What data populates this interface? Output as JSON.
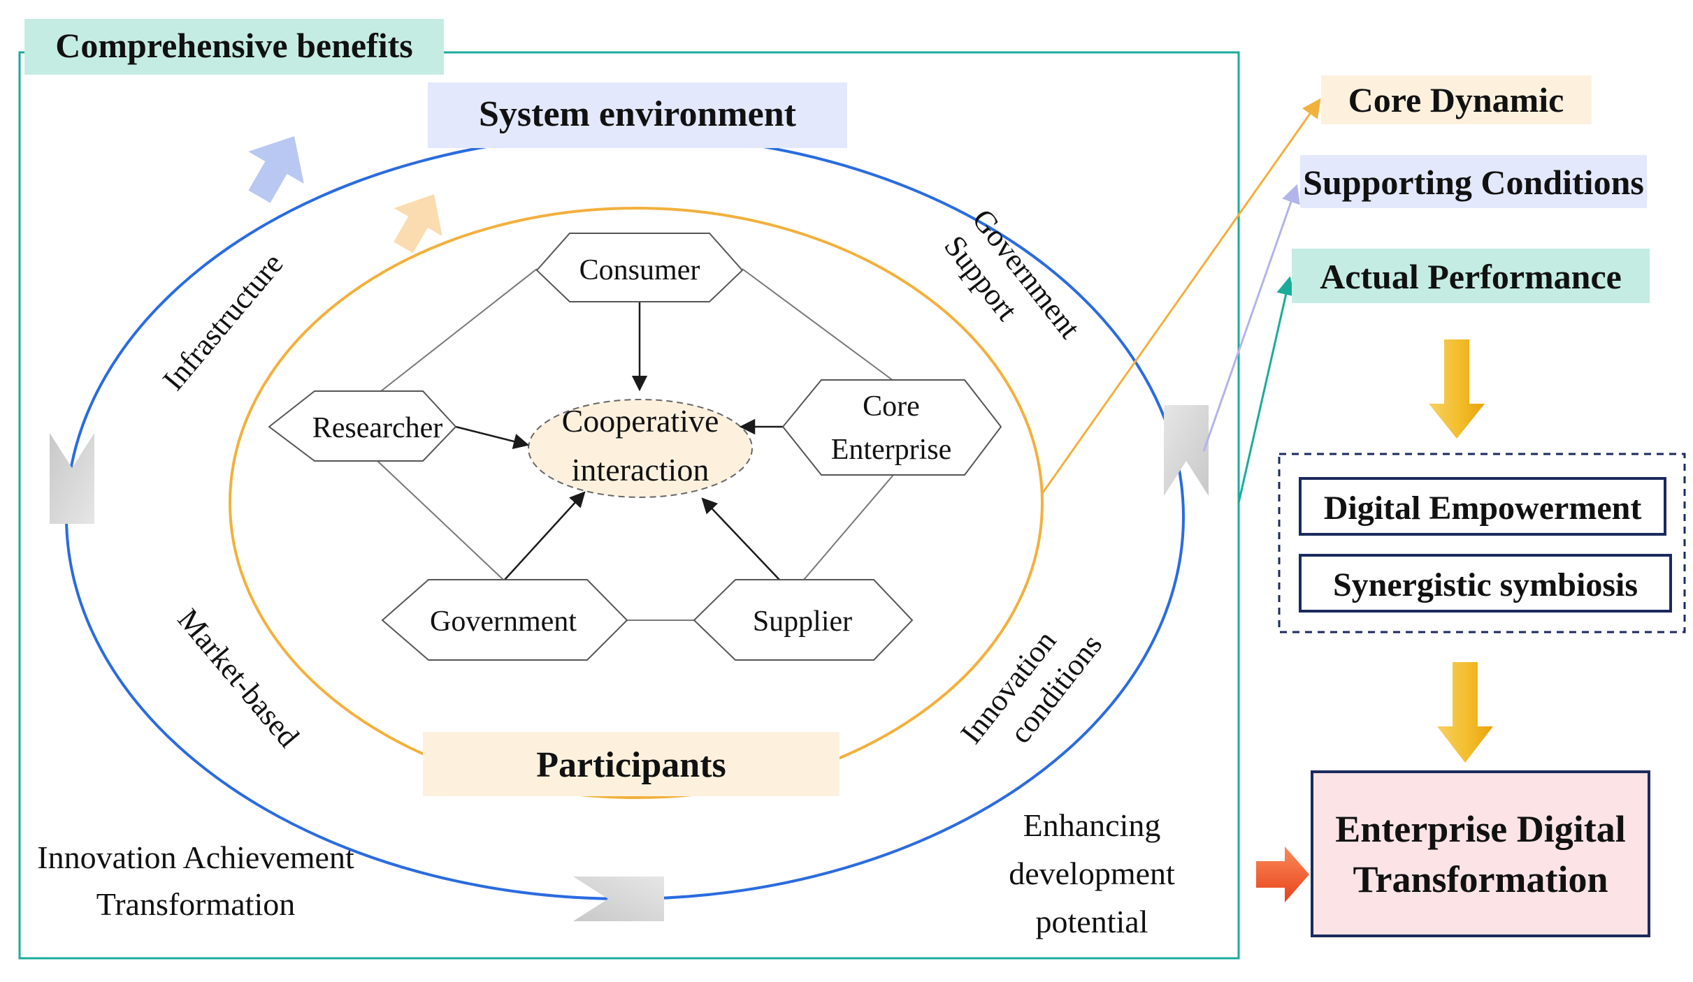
{
  "frame": {
    "title": "Comprehensive benefits"
  },
  "outer_ring": {
    "label": "System environment",
    "segments": {
      "infrastructure": "Infrastructure",
      "government_support": [
        "Government",
        "Support"
      ],
      "market_based": "Market-based",
      "innovation_conditions": [
        "Innovation",
        "conditions"
      ]
    }
  },
  "inner_ring": {
    "label": "Participants"
  },
  "center": {
    "lines": [
      "Cooperative",
      "interaction"
    ]
  },
  "nodes": {
    "consumer": [
      "Consumer"
    ],
    "researcher": [
      "Researcher"
    ],
    "core_enterprise": [
      "Core",
      "Enterprise"
    ],
    "government": [
      "Government"
    ],
    "supplier": [
      "Supplier"
    ]
  },
  "bottom_labels": {
    "left": [
      "Innovation Achievement",
      "Transformation"
    ],
    "right": [
      "Enhancing",
      "development",
      "potential"
    ]
  },
  "right_panel": {
    "core_dynamic": "Core Dynamic",
    "supporting_conditions": "Supporting Conditions",
    "actual_performance": "Actual Performance",
    "group": [
      "Digital Empowerment",
      "Synergistic symbiosis"
    ],
    "result": [
      "Enterprise Digital",
      "Transformation"
    ]
  },
  "colors": {
    "teal": "#1aab9b",
    "teal_fill": "#c5ece2",
    "blue_ring": "#2a6be0",
    "blue_fill": "#e3e8fc",
    "orange_ring": "#f2b03c",
    "orange_fill": "#fdf1de",
    "lavender": "#b3b4ea",
    "navy": "#1b2a5e",
    "gold": "#f3bd2c",
    "red_arrow": "#ef4e26",
    "result_fill": "#fbe3e6",
    "grey_arrow": "#d4d4d4"
  },
  "icons": {
    "direction_arrows": "block-arrow-icon",
    "down_arrows": "down-arrow-icon",
    "result_arrow": "right-arrow-icon"
  }
}
